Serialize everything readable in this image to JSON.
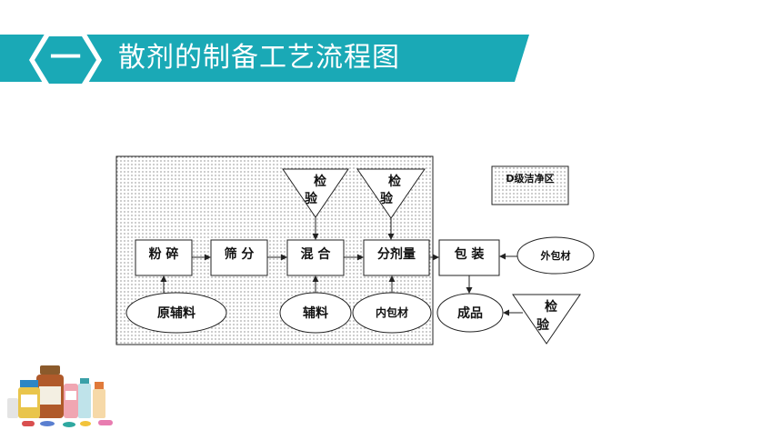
{
  "header": {
    "badge": "一",
    "title": "散剂的制备工艺流程图"
  },
  "legend": {
    "label": "D级洁净区"
  },
  "process": {
    "step1": "粉 碎",
    "step2": "筛 分",
    "step3": "混 合",
    "step4": "分剂量",
    "step5": "包 装",
    "product": "成品"
  },
  "inputs": {
    "raw": "原辅料",
    "excipient": "辅料",
    "inner_pack": "内包材",
    "outer_pack": "外包材"
  },
  "checks": {
    "check1_l1": "检",
    "check1_l2": "验",
    "check2_l1": "检",
    "check2_l2": "验",
    "check3_l1": "检",
    "check3_l2": "验"
  },
  "colors": {
    "banner": "#1aa9b6",
    "badge_fill": "#1aa9b6"
  }
}
